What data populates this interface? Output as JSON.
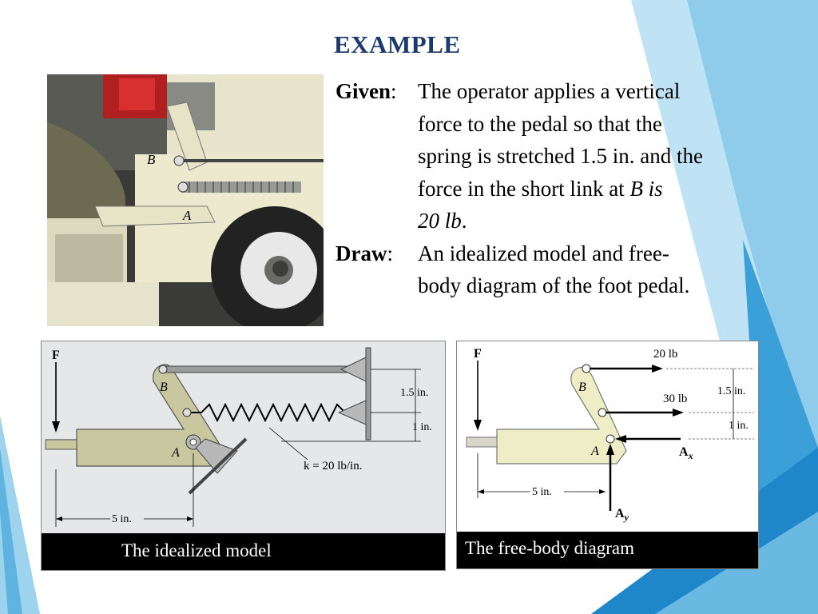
{
  "slide": {
    "title": "EXAMPLE",
    "given_label": "Given",
    "colon": ":",
    "given_lines": [
      "The operator applies a vertical",
      "force to the pedal so that the",
      "spring is stretched 1.5 in. and the",
      "force in the short link at "
    ],
    "given_line4_italic": "B is",
    "given_line5_italic": "20 lb",
    "given_line5_period": ".",
    "draw_label": "Draw",
    "draw_lines": [
      "An idealized model and free-",
      "body diagram of the foot pedal."
    ]
  },
  "photo": {
    "label_b": "B",
    "label_a": "A"
  },
  "idealized_model": {
    "caption": "The idealized model",
    "force_label": "F",
    "label_b": "B",
    "label_a": "A",
    "dim_top": "1.5 in.",
    "dim_bottom": "1 in.",
    "spring_label": "k = 20 lb/in.",
    "dim_horizontal": "5 in."
  },
  "fbd": {
    "caption": "The free-body diagram",
    "force_label": "F",
    "label_b": "B",
    "label_a": "A",
    "force_top": "20 lb",
    "force_mid": "30 lb",
    "dim_top": "1.5 in.",
    "dim_bottom": "1 in.",
    "dim_horizontal": "5 in.",
    "ax_main": "A",
    "ax_sub": "x",
    "ay_main": "A",
    "ay_sub": "y"
  },
  "colors": {
    "title": "#1c3a6e",
    "pedal_fill": "#c9c7a0",
    "fbd_fill": "#efedc6",
    "accent_blue": "#2a8ccc",
    "caption_bg": "#000000"
  }
}
